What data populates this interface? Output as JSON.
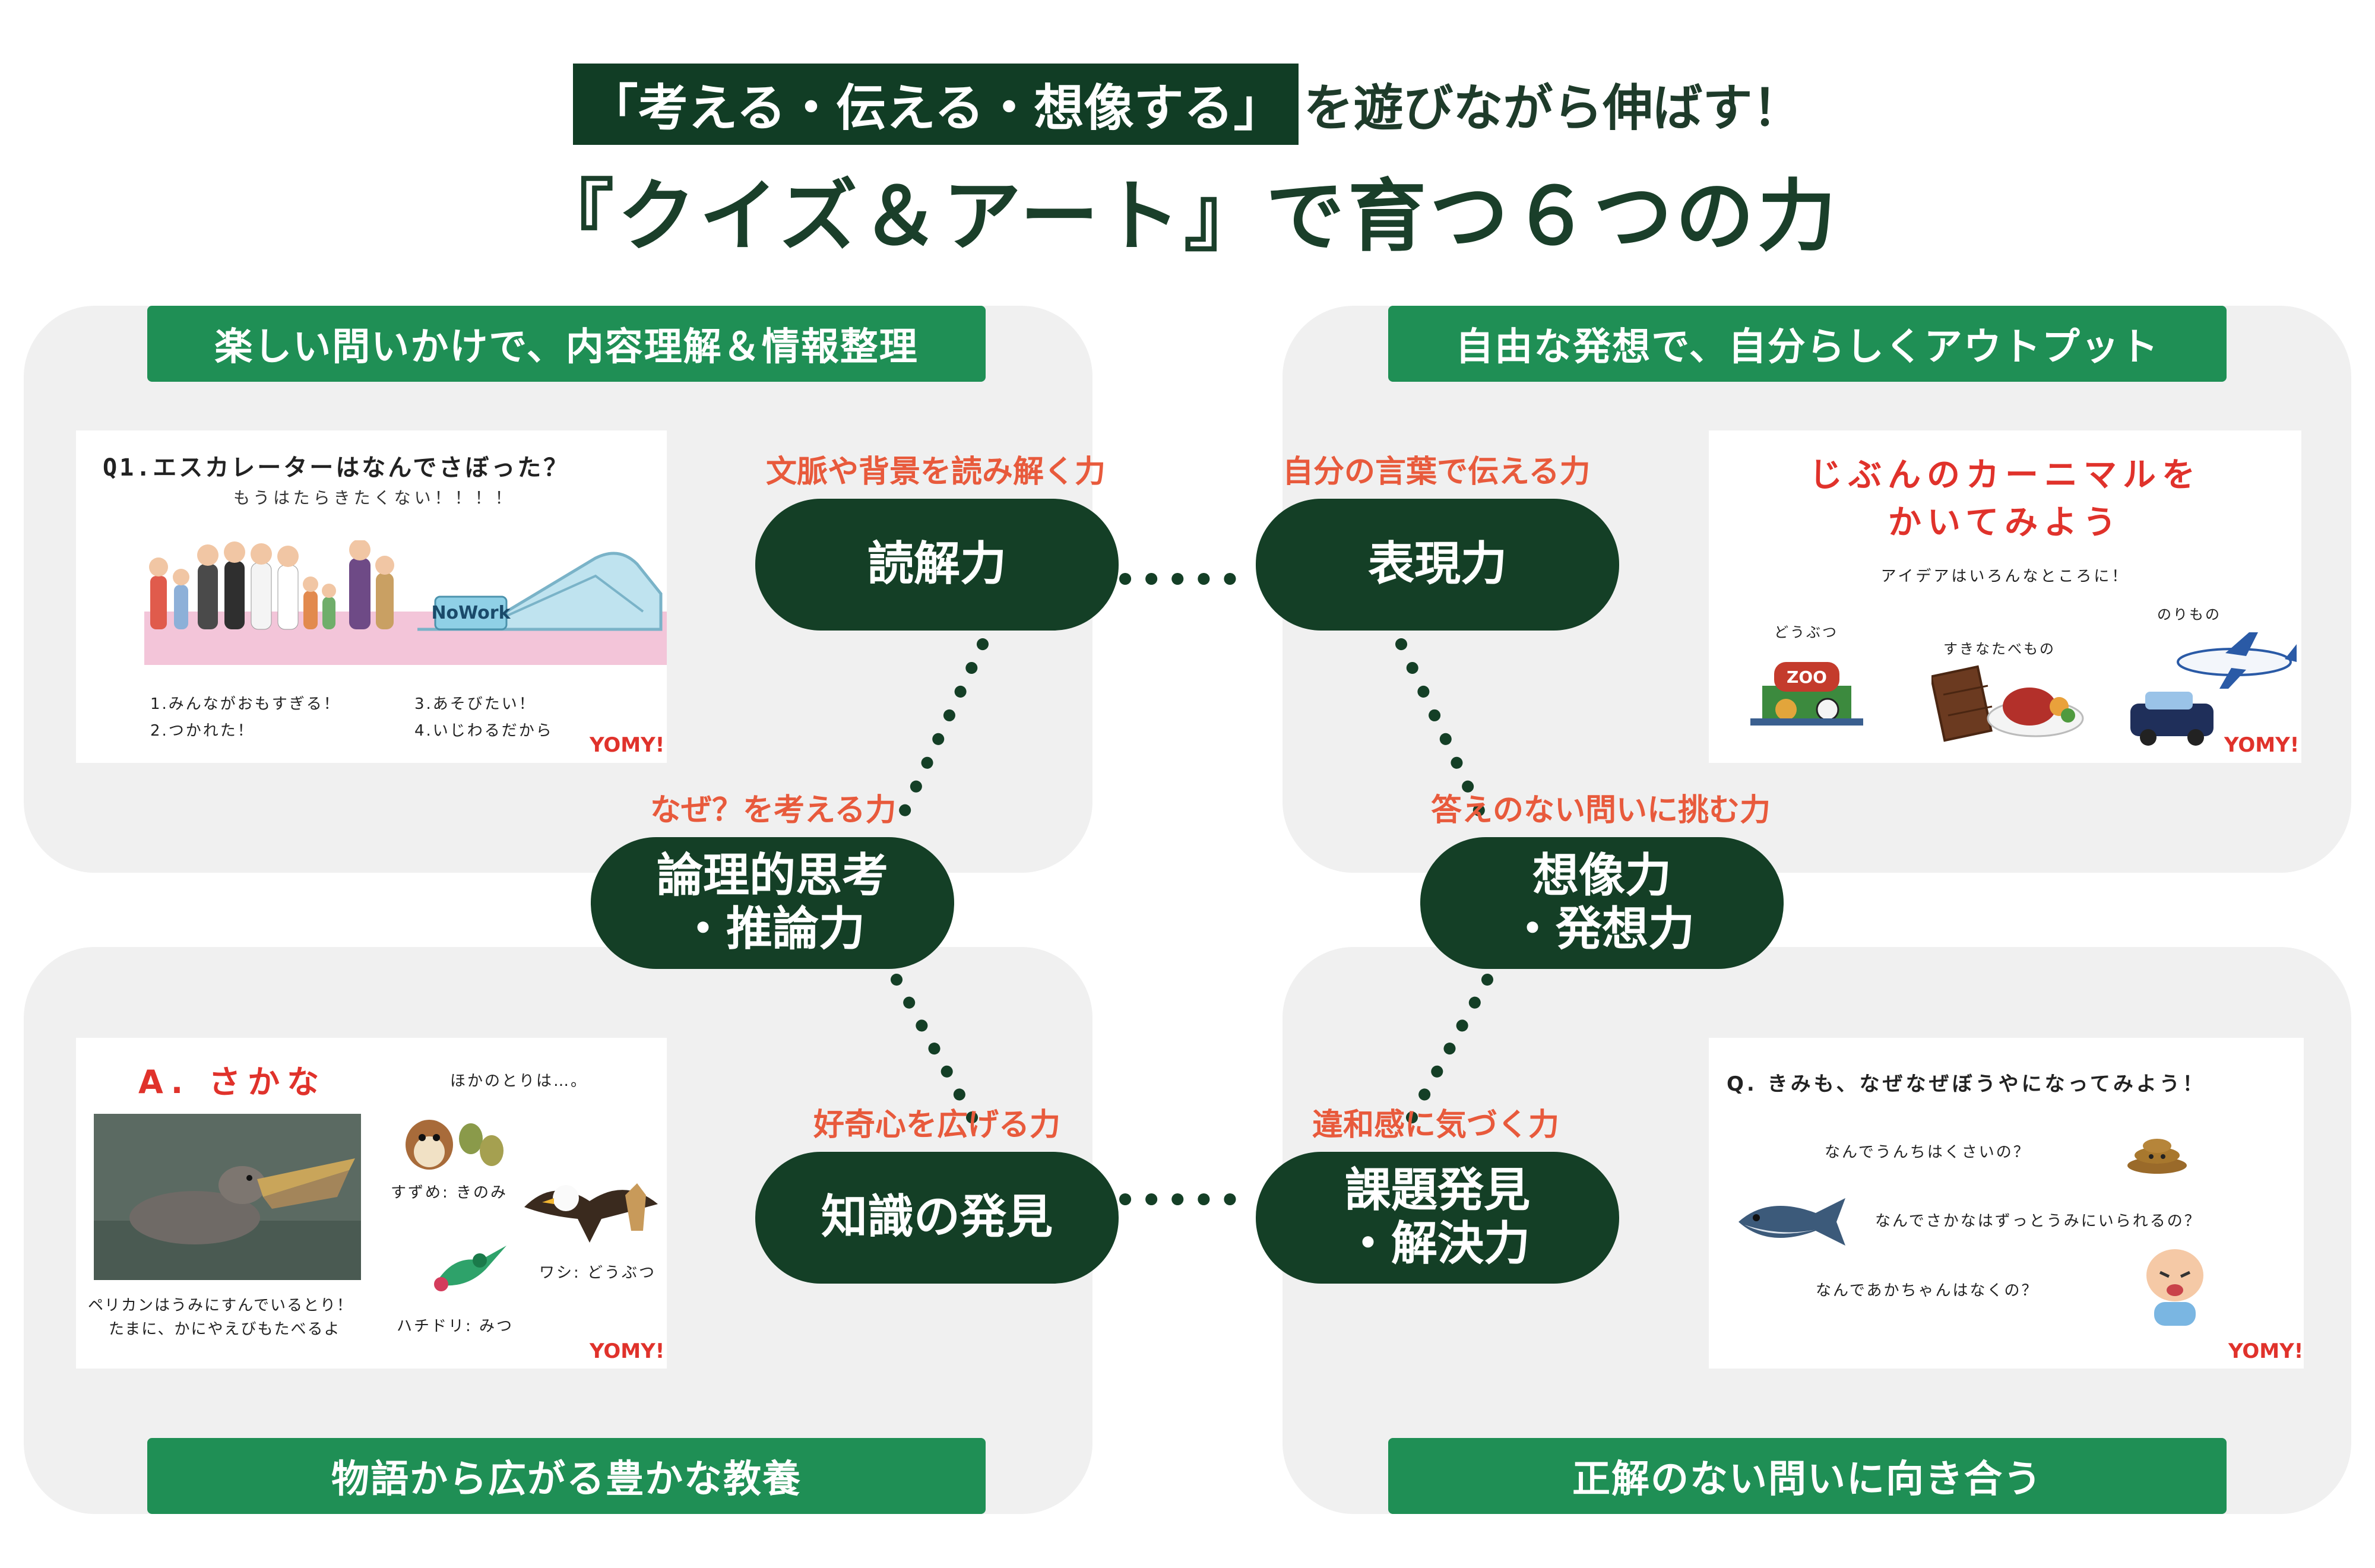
{
  "header": {
    "highlight": "「考える・伝える・想像する」",
    "tagline": "を遊びながら伸ばす！",
    "title": "『クイズ＆アート』で育つ６つの力"
  },
  "quadrants": {
    "top_left": {
      "banner": "楽しい問いかけで、内容理解＆情報整理"
    },
    "top_right": {
      "banner": "自由な発想で、自分らしくアウトプット"
    },
    "bottom_left": {
      "banner": "物語から広がる豊かな教養"
    },
    "bottom_right": {
      "banner": "正解のない問いに向き合う"
    }
  },
  "skills": {
    "reading": {
      "name": "読解力",
      "sub": "文脈や背景を読み解く力"
    },
    "expression": {
      "name": "表現力",
      "sub": "自分の言葉で伝える力"
    },
    "logic": {
      "name1": "論理的思考",
      "name2": "・推論力",
      "sub": "なぜ？を考える力"
    },
    "imagination": {
      "name1": "想像力",
      "name2": "・発想力",
      "sub": "答えのない問いに挑む力"
    },
    "knowledge": {
      "name": "知識の発見",
      "sub": "好奇心を広げる力"
    },
    "problem": {
      "name1": "課題発見",
      "name2": "・解決力",
      "sub": "違和感に気づく力"
    }
  },
  "cards": {
    "quiz": {
      "question": "Q1.エスカレーターはなんでさぼった？",
      "hint": "もうはたらきたくない！！！！",
      "sign": "NoWork",
      "options": [
        "1.みんながおもすぎる！",
        "2.つかれた！",
        "3.あそびたい！",
        "4.いじわるだから"
      ],
      "brand": "YOMY!"
    },
    "art": {
      "title1": "じぶんのカーニマルを",
      "title2": "かいてみよう",
      "prompt": "アイデアはいろんなところに！",
      "labels": [
        "どうぶつ",
        "すきなたべもの",
        "のりもの"
      ],
      "zoo": "ZOO",
      "brand": "YOMY!"
    },
    "answer": {
      "answer": "A. さかな",
      "others": "ほかのとりは…。",
      "birds": [
        "すずめ: きのみ",
        "ワシ: どうぶつ",
        "ハチドリ: みつ"
      ],
      "caption1": "ペリカンはうみにすんでいるとり！",
      "caption2": "たまに、かにやえびもたべるよ",
      "brand": "YOMY!"
    },
    "why": {
      "question": "Q. きみも、なぜなぜぼうやになってみよう！",
      "q1": "なんでうんちはくさいの？",
      "q2": "なんでさかなはずっとうみにいられるの？",
      "q3": "なんであかちゃんはなくの？",
      "brand": "YOMY!"
    }
  },
  "colors": {
    "dark_green": "#143f26",
    "banner_green": "#1f8f55",
    "accent_orange": "#e85a3c",
    "panel_gray": "#f0f0f0"
  }
}
